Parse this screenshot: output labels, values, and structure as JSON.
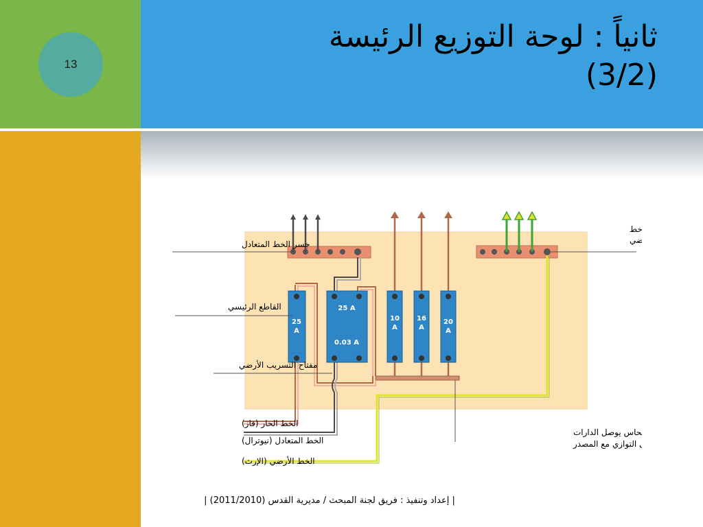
{
  "slide": {
    "number": "13",
    "title_line1": "ثانياً : لوحة التوزيع الرئيسة",
    "title_line2": "(3/2)"
  },
  "diagram": {
    "labels": {
      "neutral_bar": "جسر الخط المتعادل",
      "earth_bar_line1": "جسر خط",
      "earth_bar_line2": "الأرضي",
      "main_breaker": "القاطع الرئيسي",
      "rcd": "مفتاح التسريب الأرضي",
      "live_line": "الخط الحار (فاز)",
      "neutral_line": "الخط المتعادل (نيوترال)",
      "earth_line": "الخط الأرضي (الإرث)",
      "copper_bar_line1": "جسر من النحاس يوصل الدارات",
      "copper_bar_line2": "الفرعية على التوازي مع المصدر"
    },
    "breakers": {
      "main": {
        "amp": "25",
        "unit": "A"
      },
      "rcd": {
        "rating": "25 A",
        "sensitivity": "0.03 A"
      },
      "circuit_1": {
        "amp": "10",
        "unit": "A"
      },
      "circuit_2": {
        "amp": "16",
        "unit": "A"
      },
      "circuit_3": {
        "amp": "20",
        "unit": "A"
      }
    },
    "colors": {
      "panel": "#fde3b4",
      "breaker": "#2f86c6",
      "live": "#b0684a",
      "neutral": "#4a4a4a",
      "earth": "#e3e32a",
      "green_arrow": "#3aa535"
    }
  },
  "footer": {
    "text": "|  إعداد وتنفيذ : فريق لجنة المبحث / مديرية القدس (2011/2010)  |"
  }
}
